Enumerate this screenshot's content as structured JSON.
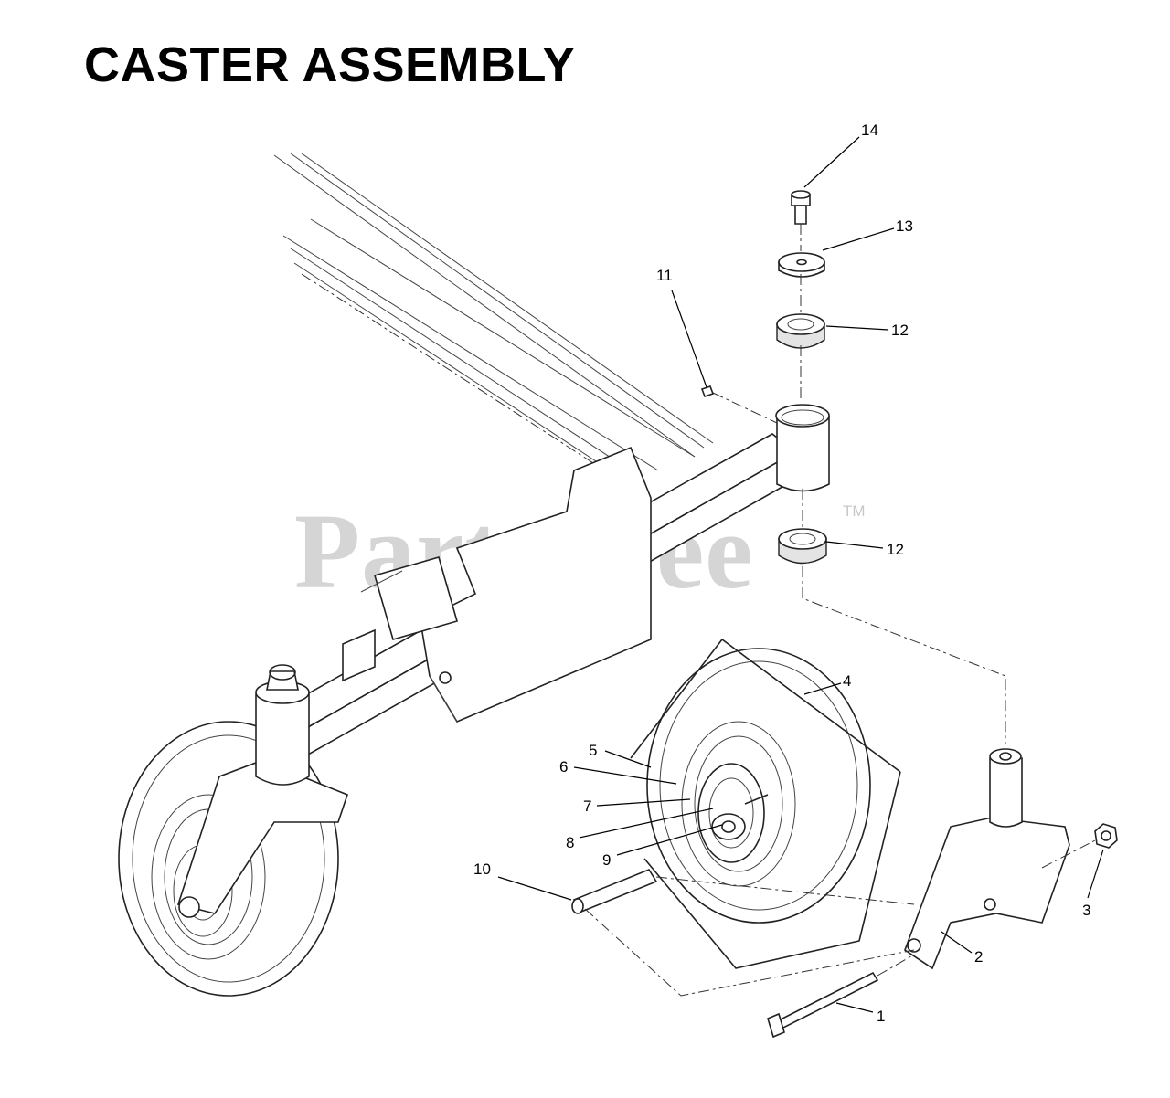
{
  "title": "CASTER ASSEMBLY",
  "watermark": {
    "text": "PartsTree",
    "trademark": "TM"
  },
  "callouts": [
    "1",
    "2",
    "3",
    "4",
    "5",
    "6",
    "7",
    "8",
    "9",
    "10",
    "11",
    "12",
    "12",
    "13",
    "14"
  ]
}
